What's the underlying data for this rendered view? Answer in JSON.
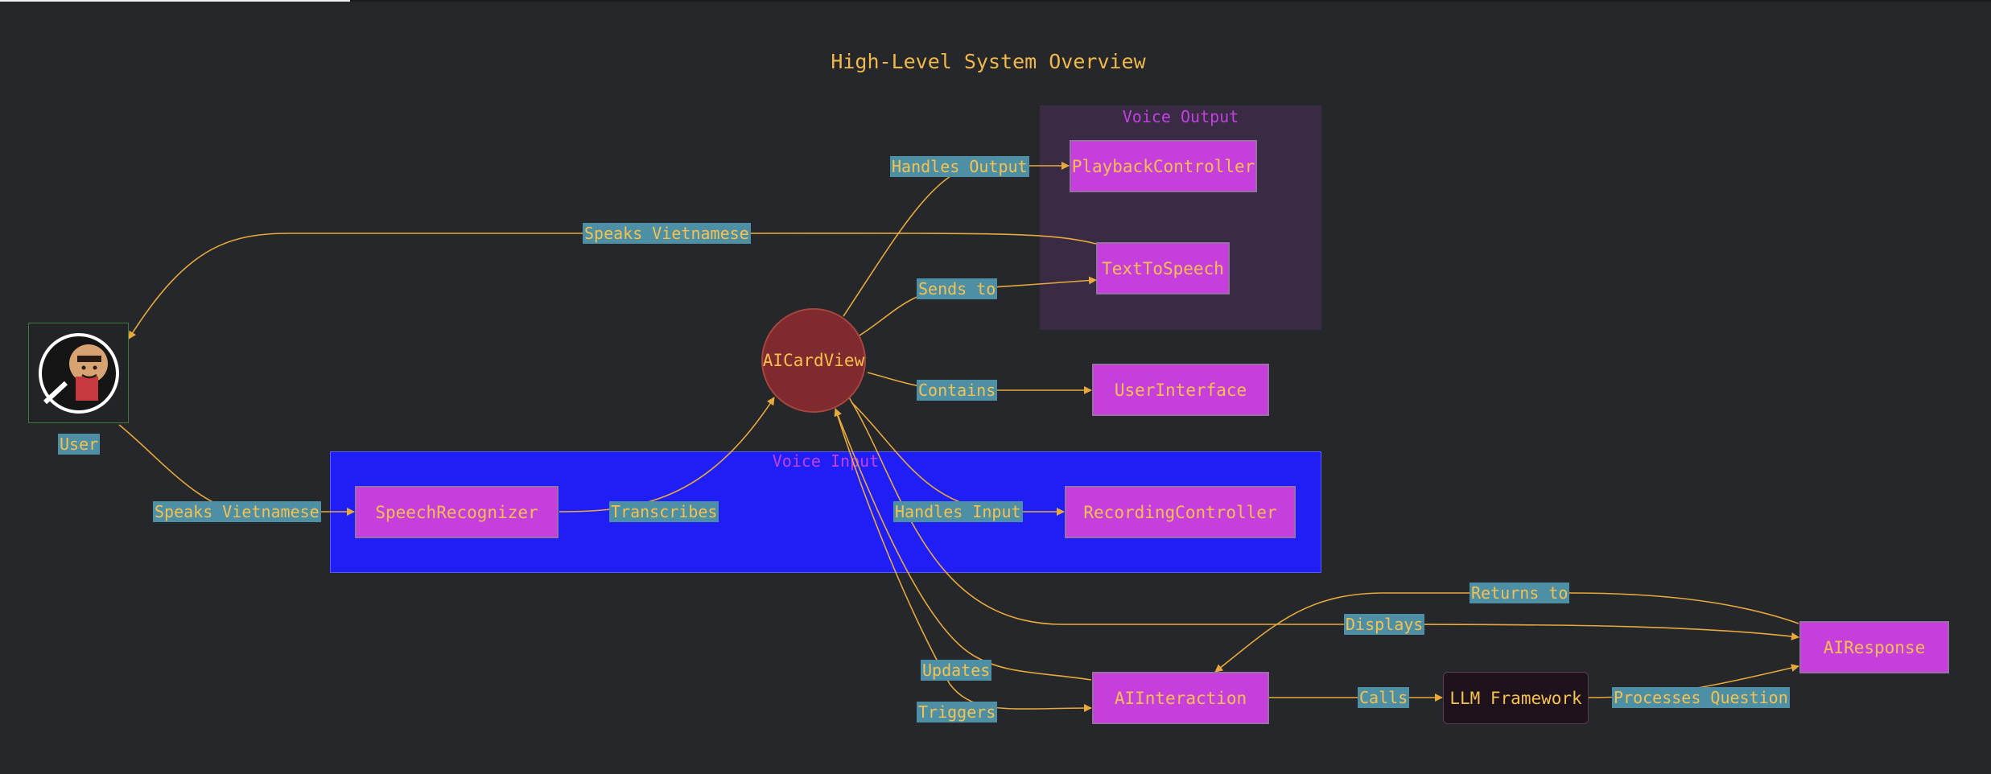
{
  "diagram": {
    "title": "High-Level System Overview",
    "clusters": {
      "voice_output": "Voice Output",
      "voice_input": "Voice Input"
    },
    "nodes": {
      "user": "User",
      "ai_card_view": "AICardView",
      "playback_controller": "PlaybackController",
      "text_to_speech": "TextToSpeech",
      "user_interface": "UserInterface",
      "speech_recognizer": "SpeechRecognizer",
      "recording_controller": "RecordingController",
      "ai_interaction": "AIInteraction",
      "llm_framework": "LLM Framework",
      "ai_response": "AIResponse"
    },
    "edges": {
      "handles_output": "Handles Output",
      "speaks_vietnamese_out": "Speaks Vietnamese",
      "sends_to": "Sends to",
      "contains": "Contains",
      "speaks_vietnamese_in": "Speaks Vietnamese",
      "transcribes": "Transcribes",
      "handles_input": "Handles Input",
      "returns_to": "Returns to",
      "displays": "Displays",
      "updates": "Updates",
      "triggers": "Triggers",
      "calls": "Calls",
      "processes_question": "Processes Question"
    },
    "colors": {
      "background": "#25272b",
      "node_fill": "#c63fdc",
      "text": "#f6c14f",
      "edge": "#e8a93c",
      "edge_label_bg": "#4d8fa5",
      "voice_input_fill": "#1f1ff5",
      "voice_output_fill": "#3a2b45",
      "hub_fill": "#7f2a2e"
    }
  }
}
